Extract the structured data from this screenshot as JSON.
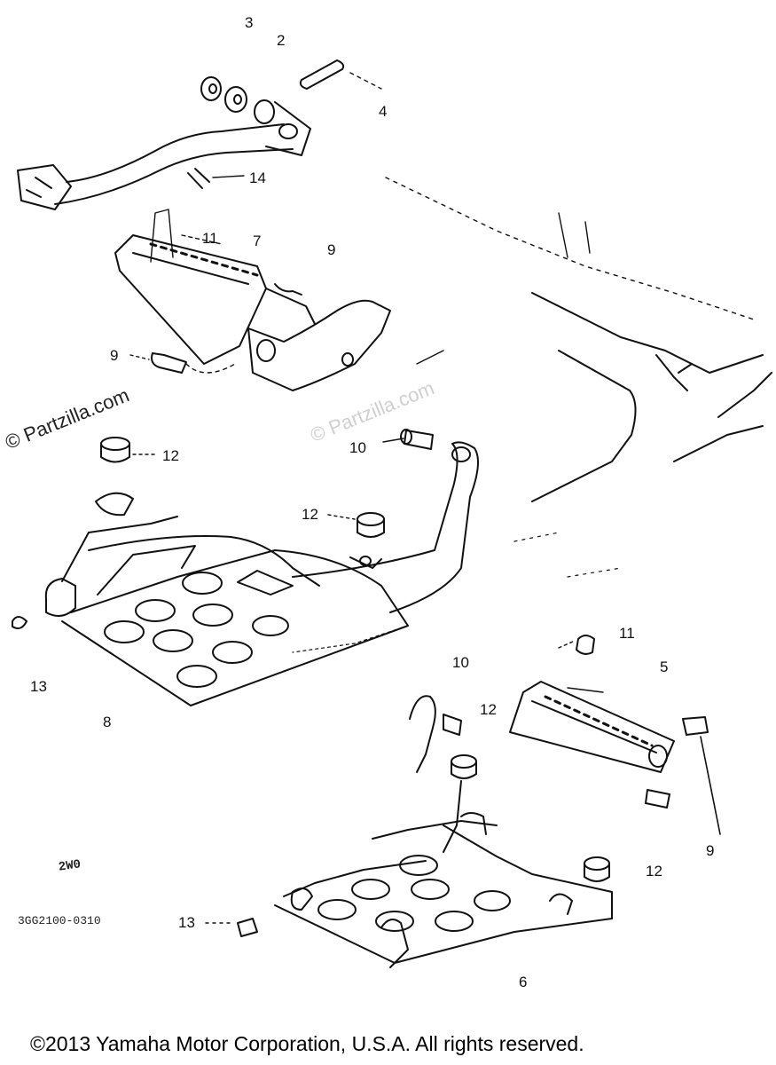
{
  "callouts": [
    {
      "id": "c3",
      "text": "3"
    },
    {
      "id": "c2",
      "text": "2"
    },
    {
      "id": "c4",
      "text": "4"
    },
    {
      "id": "c14",
      "text": "14"
    },
    {
      "id": "c11a",
      "text": "11"
    },
    {
      "id": "c7",
      "text": "7"
    },
    {
      "id": "c9a",
      "text": "9"
    },
    {
      "id": "c9b",
      "text": "9"
    },
    {
      "id": "c12a",
      "text": "12"
    },
    {
      "id": "c10a",
      "text": "10"
    },
    {
      "id": "c12b",
      "text": "12"
    },
    {
      "id": "c13a",
      "text": "13"
    },
    {
      "id": "c8",
      "text": "8"
    },
    {
      "id": "c11b",
      "text": "11"
    },
    {
      "id": "c5",
      "text": "5"
    },
    {
      "id": "c10b",
      "text": "10"
    },
    {
      "id": "c12c",
      "text": "12"
    },
    {
      "id": "c9c",
      "text": "9"
    },
    {
      "id": "c12d",
      "text": "12"
    },
    {
      "id": "c13b",
      "text": "13"
    },
    {
      "id": "c6",
      "text": "6"
    }
  ],
  "watermarks": {
    "primary": "© Partzilla.com",
    "secondary": "© Partzilla.com"
  },
  "model_code": "2W0",
  "diagram_code": "3GG2100-0310",
  "copyright": "©2013  Yamaha Motor Corporation, U.S.A. All rights reserved."
}
